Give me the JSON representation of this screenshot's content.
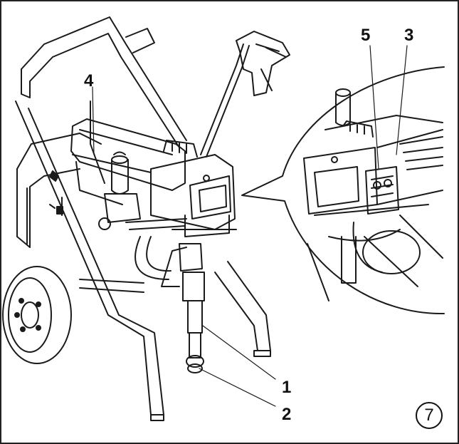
{
  "figure": {
    "callouts": {
      "pump": "1",
      "suction_tube": "2",
      "control_unit": "3",
      "pressure_filter": "4",
      "switch_panel": "5"
    },
    "figure_number": "7"
  }
}
